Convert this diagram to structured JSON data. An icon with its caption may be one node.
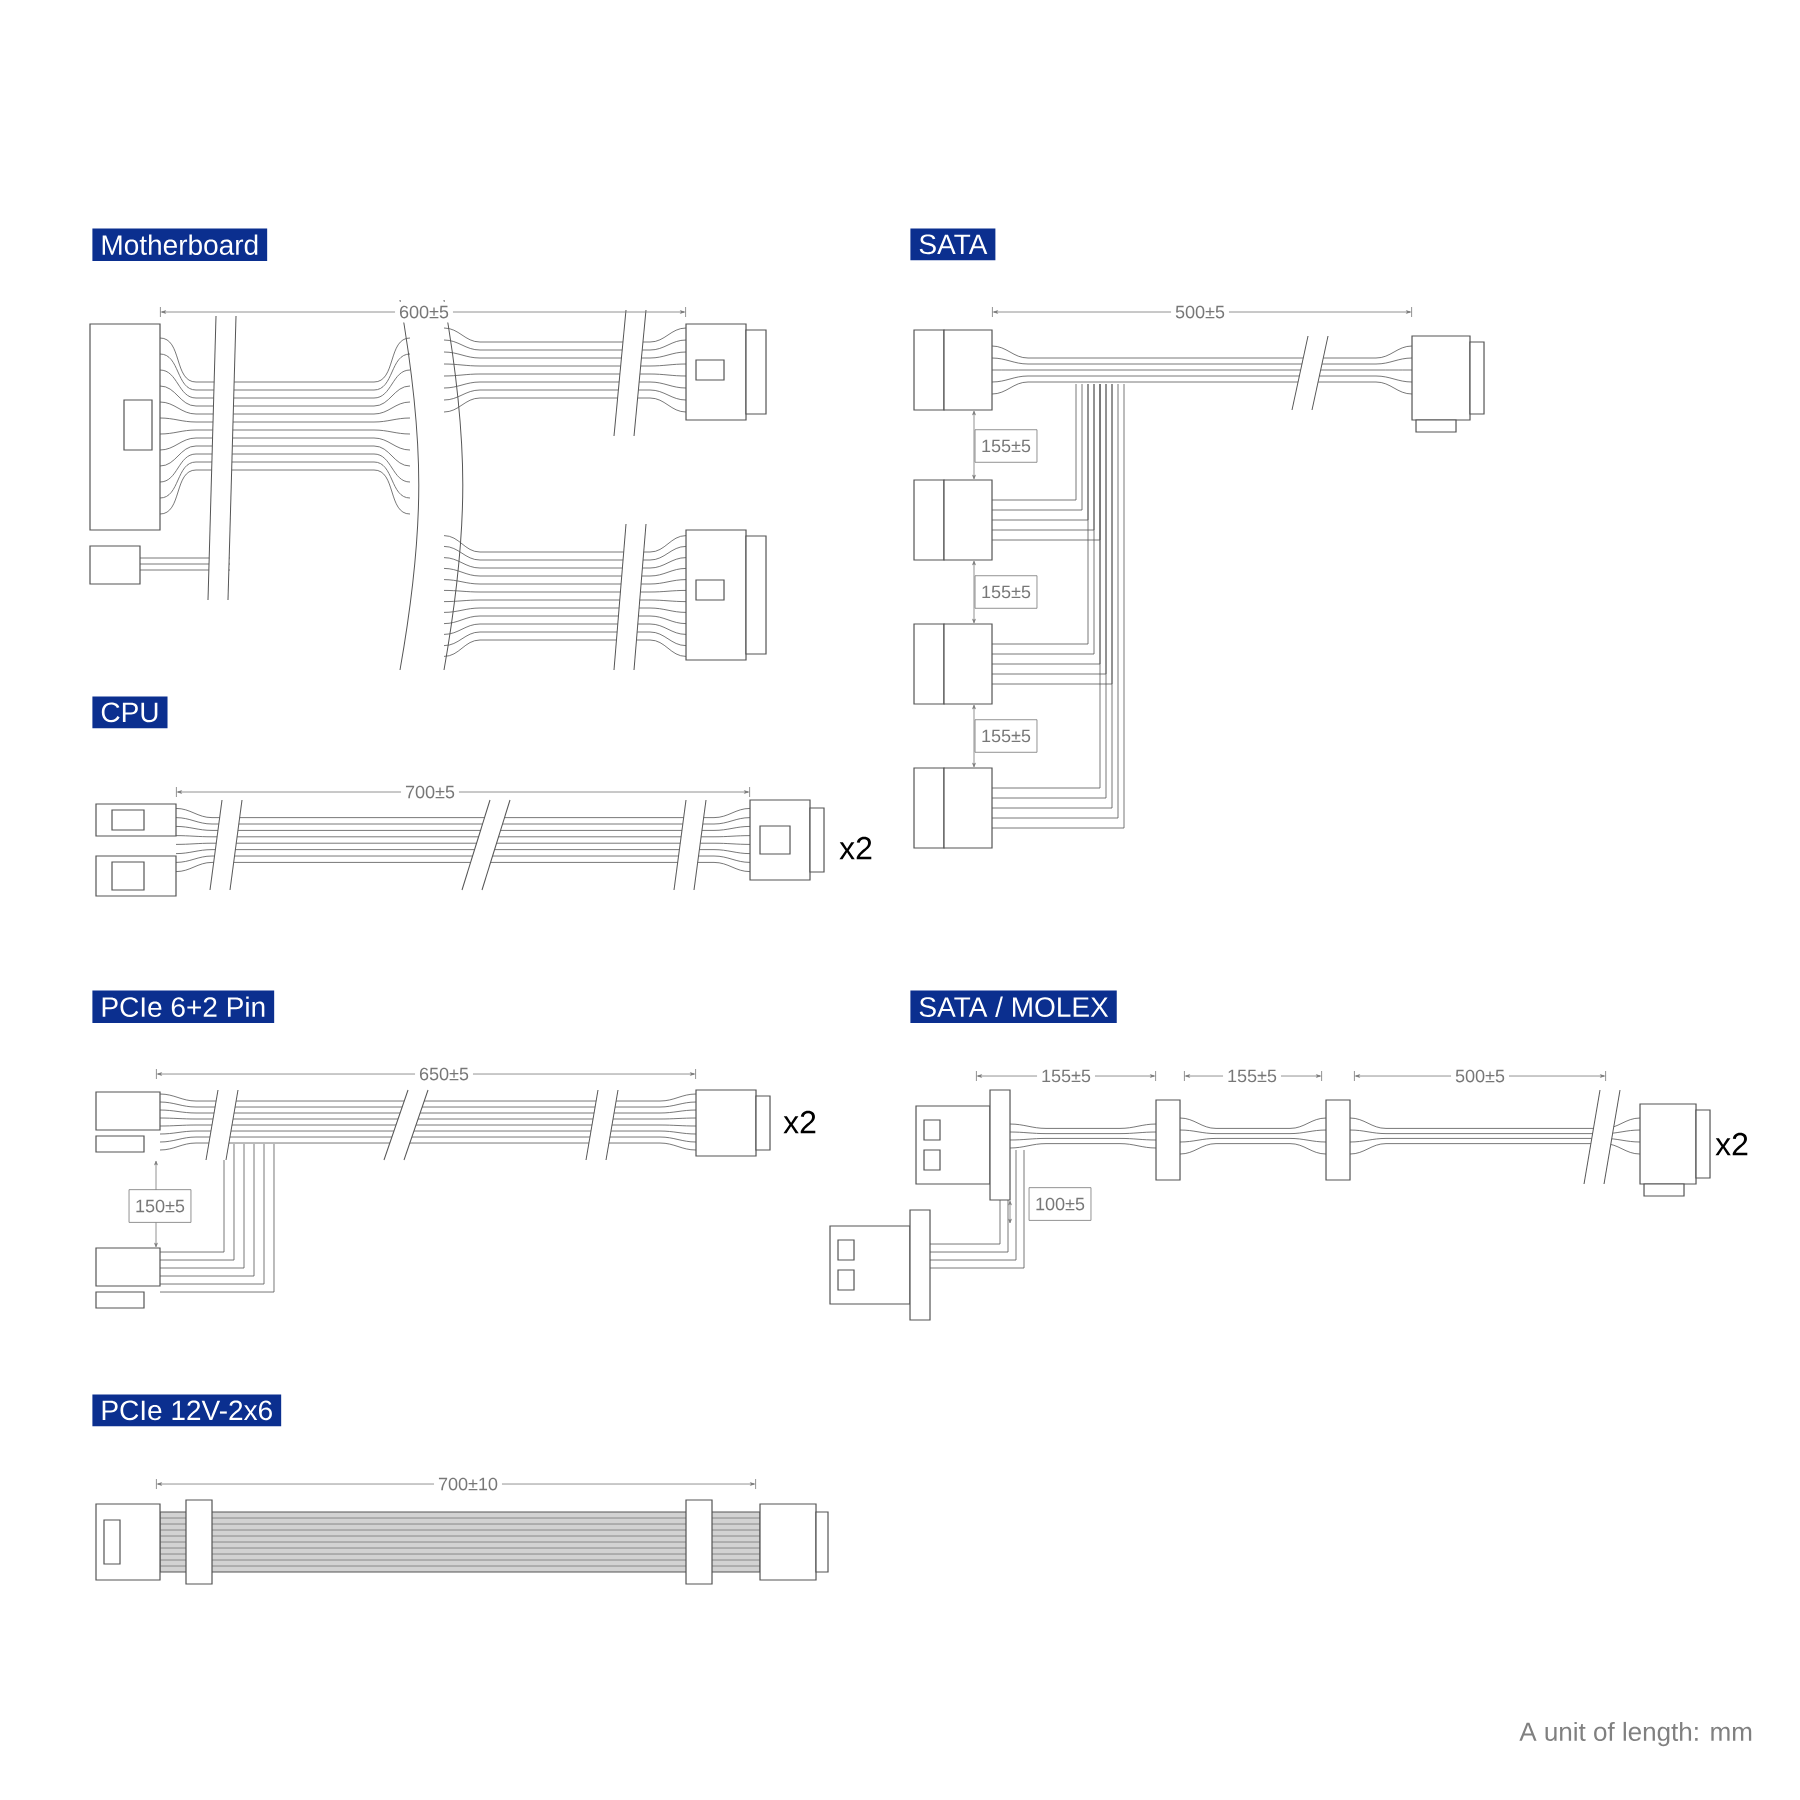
{
  "diagram": {
    "nodes": [
      {
        "text": [
          "Motherboard"
        ]
      },
      {
        "text": [
          "SATA"
        ]
      },
      {
        "text": [
          "CPU"
        ]
      },
      {
        "text": [
          "PCIe 6+2 Pin"
        ]
      },
      {
        "text": [
          "SATA / MOLEX"
        ]
      },
      {
        "text": [
          "PCIe 12V-2x6"
        ]
      }
    ],
    "edges": [],
    "labels": [
      "600±5",
      "500±5",
      "155±5",
      "155±5",
      "155±5",
      "700±5",
      "x2",
      "650±5",
      "150±5",
      "x2",
      "155±5",
      "155±5",
      "500±5",
      "100±5",
      "x2",
      "700±10",
      "A unit of length: mm"
    ]
  }
}
